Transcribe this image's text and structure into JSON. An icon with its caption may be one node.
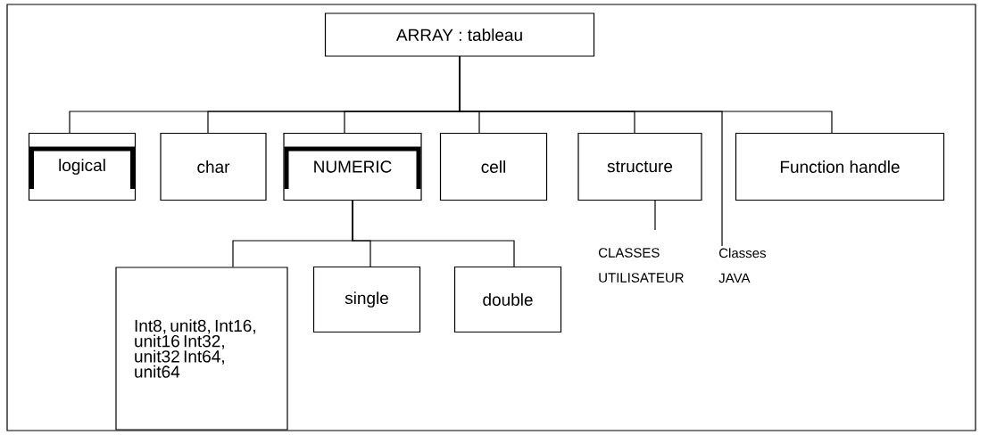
{
  "diagram": {
    "nodes": [
      {
        "text": [
          "ARRAY : tableau"
        ]
      },
      {
        "text": [
          "logical"
        ]
      },
      {
        "text": [
          "char"
        ]
      },
      {
        "text": [
          "NUMERIC"
        ]
      },
      {
        "text": [
          "cell"
        ]
      },
      {
        "text": [
          "structure"
        ]
      },
      {
        "text": [
          "Function handle"
        ]
      },
      {
        "text": [
          "Int8, unit8, Int16, unit16 Int32, unit32 Int64, unit64"
        ]
      },
      {
        "text": [
          "single"
        ]
      },
      {
        "text": [
          "double"
        ]
      },
      {
        "text": [
          "CLASSES UTILISATEUR"
        ]
      },
      {
        "text": [
          "Classes JAVA"
        ]
      }
    ],
    "edges": [
      {
        "from": 0,
        "to": 1,
        "arrow": "none"
      },
      {
        "from": 0,
        "to": 2,
        "arrow": "none"
      },
      {
        "from": 0,
        "to": 3,
        "arrow": "none"
      },
      {
        "from": 0,
        "to": 4,
        "arrow": "none"
      },
      {
        "from": 0,
        "to": 5,
        "arrow": "none"
      },
      {
        "from": 0,
        "to": 11,
        "arrow": "none"
      },
      {
        "from": 0,
        "to": 6,
        "arrow": "none"
      },
      {
        "from": 3,
        "to": 7,
        "arrow": "none"
      },
      {
        "from": 3,
        "to": 8,
        "arrow": "none"
      },
      {
        "from": 3,
        "to": 9,
        "arrow": "none"
      },
      {
        "from": 5,
        "to": 10,
        "arrow": "none"
      }
    ]
  }
}
